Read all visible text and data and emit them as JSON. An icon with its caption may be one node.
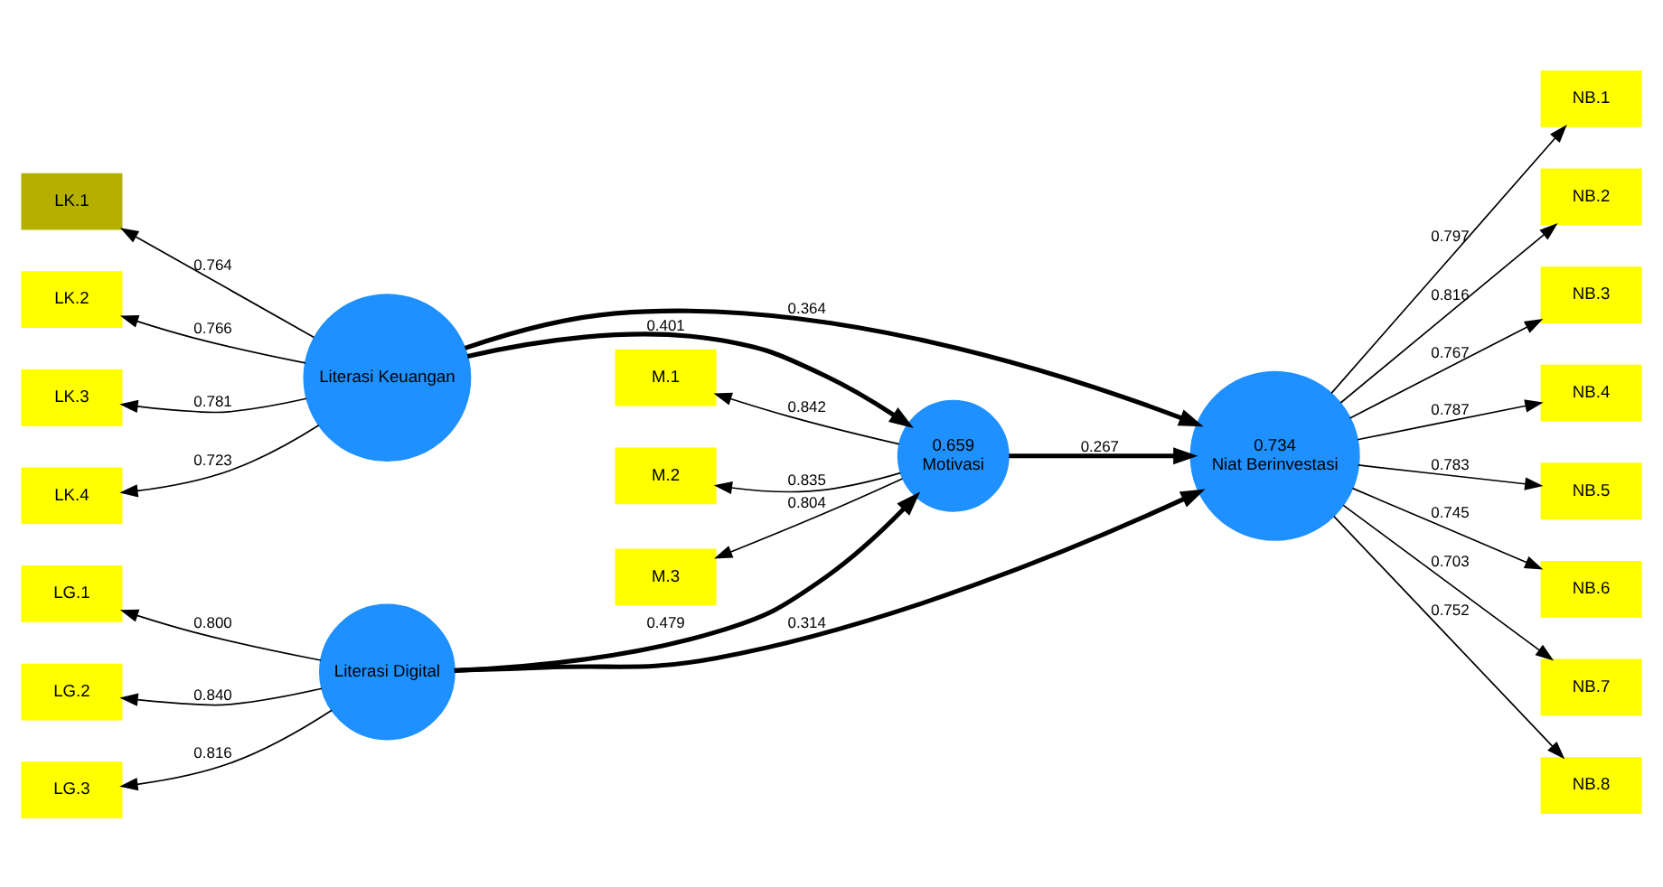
{
  "diagram": {
    "nodes": [
      {
        "text": [
          "LK.1"
        ]
      },
      {
        "text": [
          "LK.2"
        ]
      },
      {
        "text": [
          "LK.3"
        ]
      },
      {
        "text": [
          "LK.4"
        ]
      },
      {
        "text": [
          "Literasi Keuangan"
        ]
      },
      {
        "text": [
          "M.1"
        ]
      },
      {
        "text": [
          "M.2"
        ]
      },
      {
        "text": [
          "M.3"
        ]
      },
      {
        "text": [
          "0.659",
          "Motivasi"
        ]
      },
      {
        "text": [
          "0.734",
          "Niat Berinvestasi"
        ]
      },
      {
        "text": [
          "NB.1"
        ]
      },
      {
        "text": [
          "NB.2"
        ]
      },
      {
        "text": [
          "NB.3"
        ]
      },
      {
        "text": [
          "NB.4"
        ]
      },
      {
        "text": [
          "NB.5"
        ]
      },
      {
        "text": [
          "NB.6"
        ]
      },
      {
        "text": [
          "NB.7"
        ]
      },
      {
        "text": [
          "NB.8"
        ]
      },
      {
        "text": [
          "LG.1"
        ]
      },
      {
        "text": [
          "LG.2"
        ]
      },
      {
        "text": [
          "LG.3"
        ]
      },
      {
        "text": [
          "Literasi Digital"
        ]
      }
    ],
    "edges": [
      {
        "from": 4,
        "to": 0,
        "arrow": "to",
        "label": "0.764"
      },
      {
        "from": 4,
        "to": 1,
        "arrow": "to",
        "label": "0.766"
      },
      {
        "from": 4,
        "to": 2,
        "arrow": "to",
        "label": "0.781"
      },
      {
        "from": 4,
        "to": 3,
        "arrow": "to",
        "label": "0.723"
      },
      {
        "from": 4,
        "to": 8,
        "arrow": "to",
        "label": "0.401",
        "style": "thick"
      },
      {
        "from": 4,
        "to": 9,
        "arrow": "to",
        "label": "0.364",
        "style": "thick"
      },
      {
        "from": 8,
        "to": 5,
        "arrow": "to",
        "label": "0.842"
      },
      {
        "from": 8,
        "to": 6,
        "arrow": "to",
        "label": "0.835"
      },
      {
        "from": 8,
        "to": 7,
        "arrow": "to",
        "label": "0.804"
      },
      {
        "from": 8,
        "to": 9,
        "arrow": "to",
        "label": "0.267",
        "style": "thick"
      },
      {
        "from": 21,
        "to": 8,
        "arrow": "to",
        "label": "0.479",
        "style": "thick"
      },
      {
        "from": 21,
        "to": 9,
        "arrow": "to",
        "label": "0.314",
        "style": "thick"
      },
      {
        "from": 9,
        "to": 10,
        "arrow": "to",
        "label": "0.797"
      },
      {
        "from": 9,
        "to": 11,
        "arrow": "to",
        "label": "0.816"
      },
      {
        "from": 9,
        "to": 12,
        "arrow": "to",
        "label": "0.767"
      },
      {
        "from": 9,
        "to": 13,
        "arrow": "to",
        "label": "0.787"
      },
      {
        "from": 9,
        "to": 14,
        "arrow": "to",
        "label": "0.783"
      },
      {
        "from": 9,
        "to": 15,
        "arrow": "to",
        "label": "0.745"
      },
      {
        "from": 9,
        "to": 16,
        "arrow": "to",
        "label": "0.703"
      },
      {
        "from": 9,
        "to": 17,
        "arrow": "to",
        "label": "0.752"
      },
      {
        "from": 21,
        "to": 18,
        "arrow": "to",
        "label": "0.800"
      },
      {
        "from": 21,
        "to": 19,
        "arrow": "to",
        "label": "0.840"
      },
      {
        "from": 21,
        "to": 20,
        "arrow": "to",
        "label": "0.816"
      }
    ]
  }
}
